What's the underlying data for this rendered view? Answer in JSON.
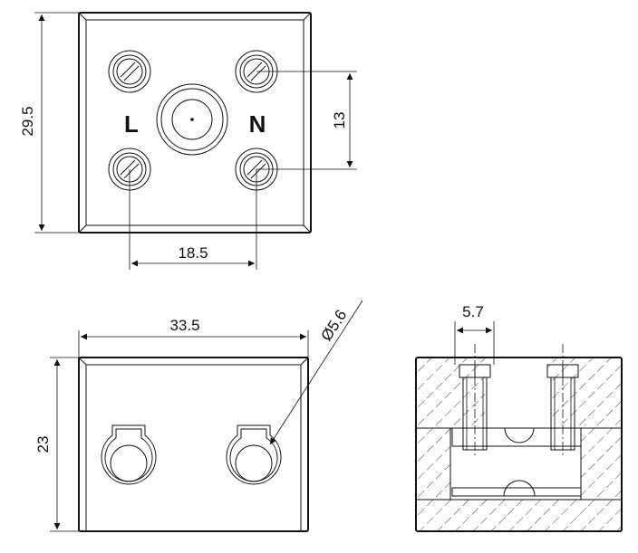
{
  "top_view": {
    "height_dim": "29.5",
    "pitch_vertical_dim": "13",
    "pitch_horizontal_dim": "18.5",
    "left_terminal_mark": "L",
    "right_terminal_mark": "N"
  },
  "front_view": {
    "width_dim": "33.5",
    "height_dim": "23",
    "hole_diameter_dim": "Ø5.6"
  },
  "section_view": {
    "screw_width_dim": "5.7"
  },
  "colors": {
    "line": "#111111",
    "background": "#ffffff"
  }
}
